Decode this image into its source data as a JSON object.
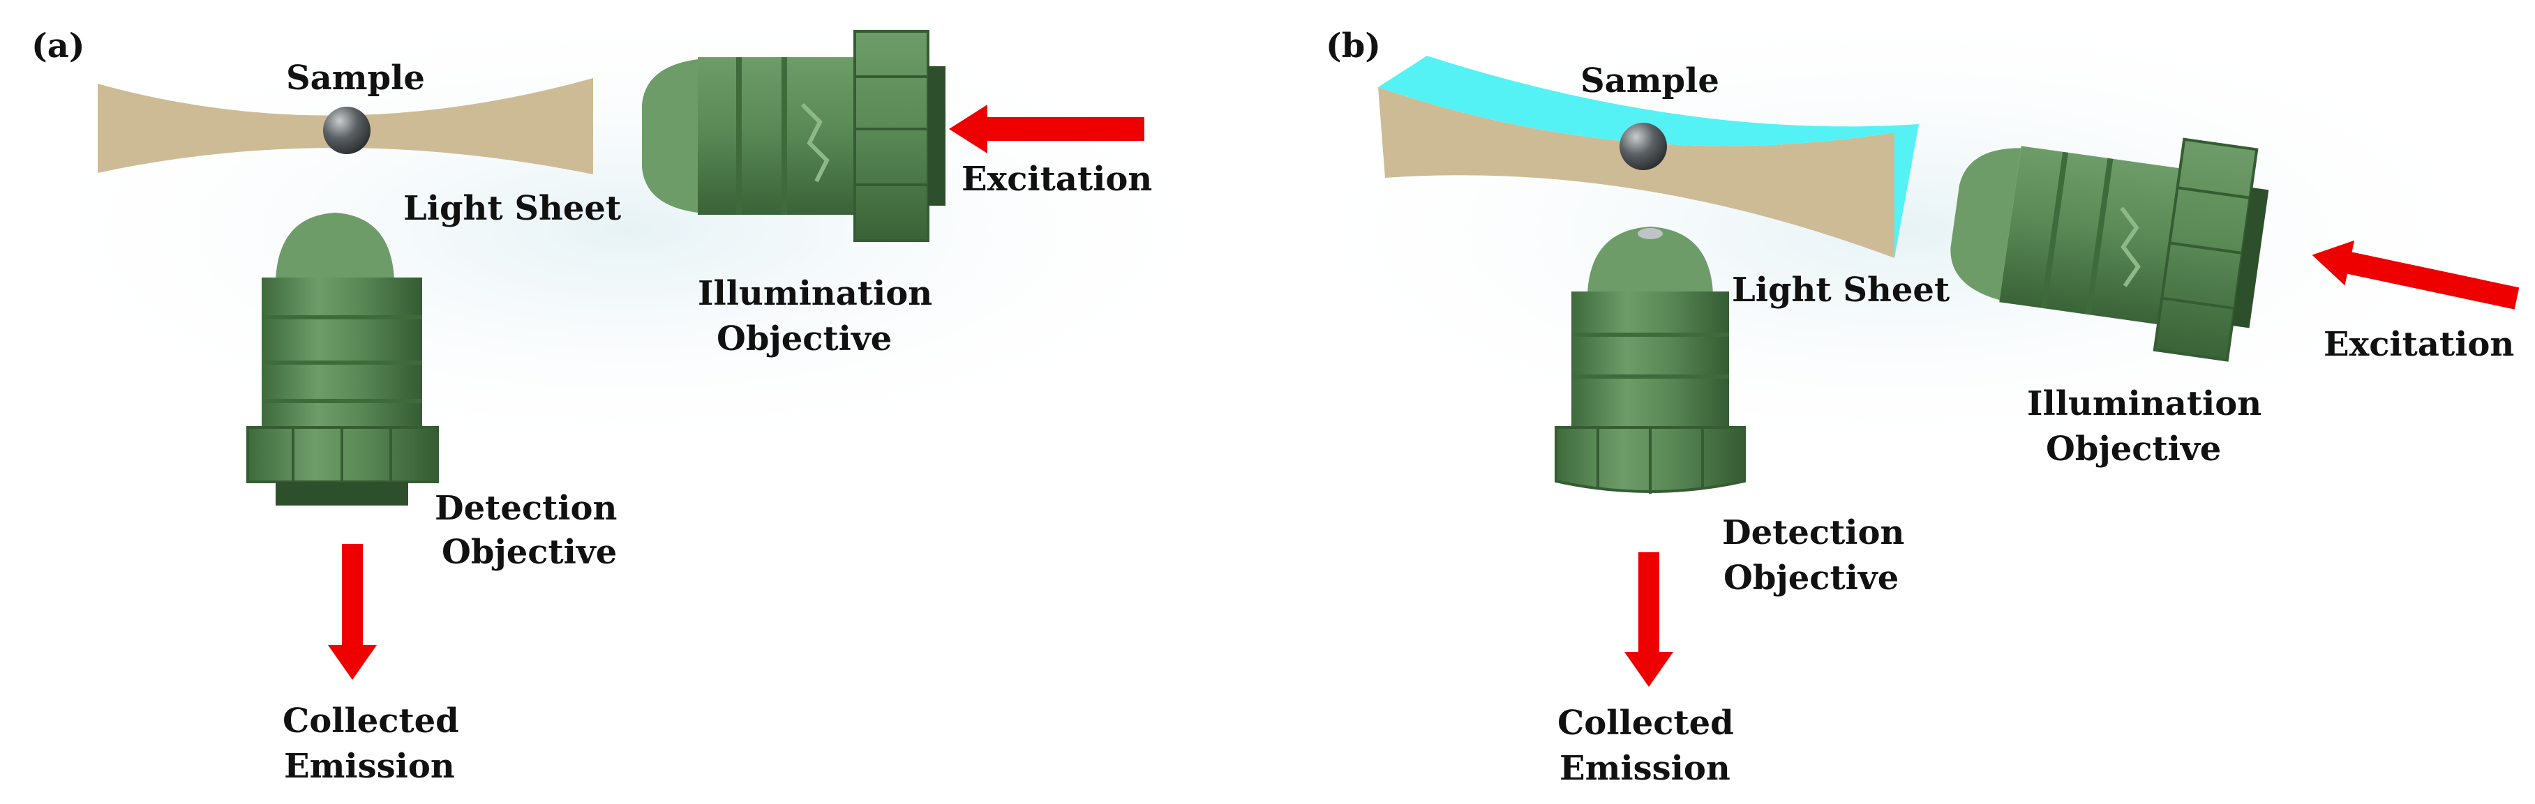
{
  "panels": [
    {
      "tag": "(a)",
      "sample": "Sample",
      "light_sheet": "Light Sheet",
      "excitation": "Excitation",
      "illumination_objective": [
        "Illumination",
        "Objective"
      ],
      "detection_objective": [
        "Detection",
        "Objective"
      ],
      "collected_emission": [
        "Collected",
        "Emission"
      ]
    },
    {
      "tag": "(b)",
      "sample": "Sample",
      "light_sheet": "Light Sheet",
      "excitation": "Excitation",
      "illumination_objective": [
        "Illumination",
        "Objective"
      ],
      "detection_objective": [
        "Detection",
        "Objective"
      ],
      "collected_emission": [
        "Collected",
        "Emission"
      ]
    }
  ],
  "colors": {
    "objective_body": "#5b8a57",
    "objective_dark": "#3f6b3c",
    "objective_light": "#8fb889",
    "light_sheet": "#cdbb95",
    "tilted_sheet": "#55f2f5",
    "sample_sphere": "#5a5f63",
    "arrow": "#ee0000",
    "glow": "#e8f3f6"
  },
  "icons": [
    "detection-objective-icon",
    "illumination-objective-icon",
    "sample-sphere-icon",
    "excitation-arrow-icon",
    "emission-arrow-icon"
  ]
}
